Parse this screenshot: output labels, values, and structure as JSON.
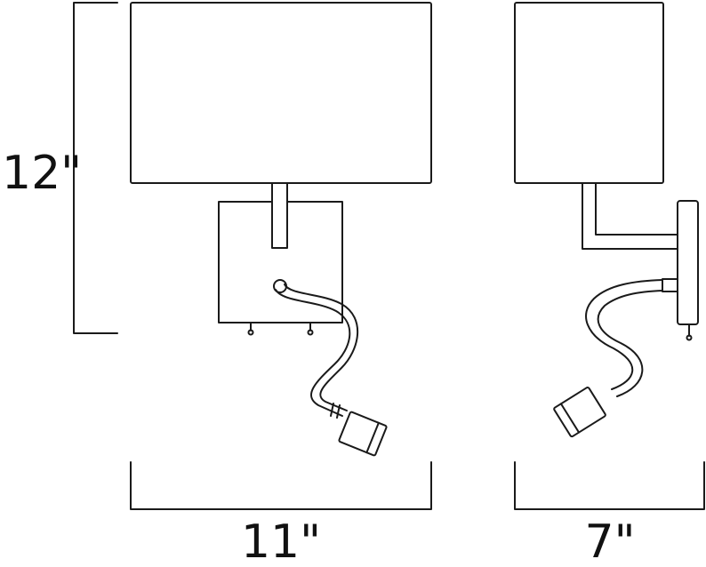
{
  "dimensions": {
    "height": "12\"",
    "width_front": "11\"",
    "width_side": "7\""
  },
  "colors": {
    "line": "#1a1a1a",
    "background": "#ffffff"
  }
}
